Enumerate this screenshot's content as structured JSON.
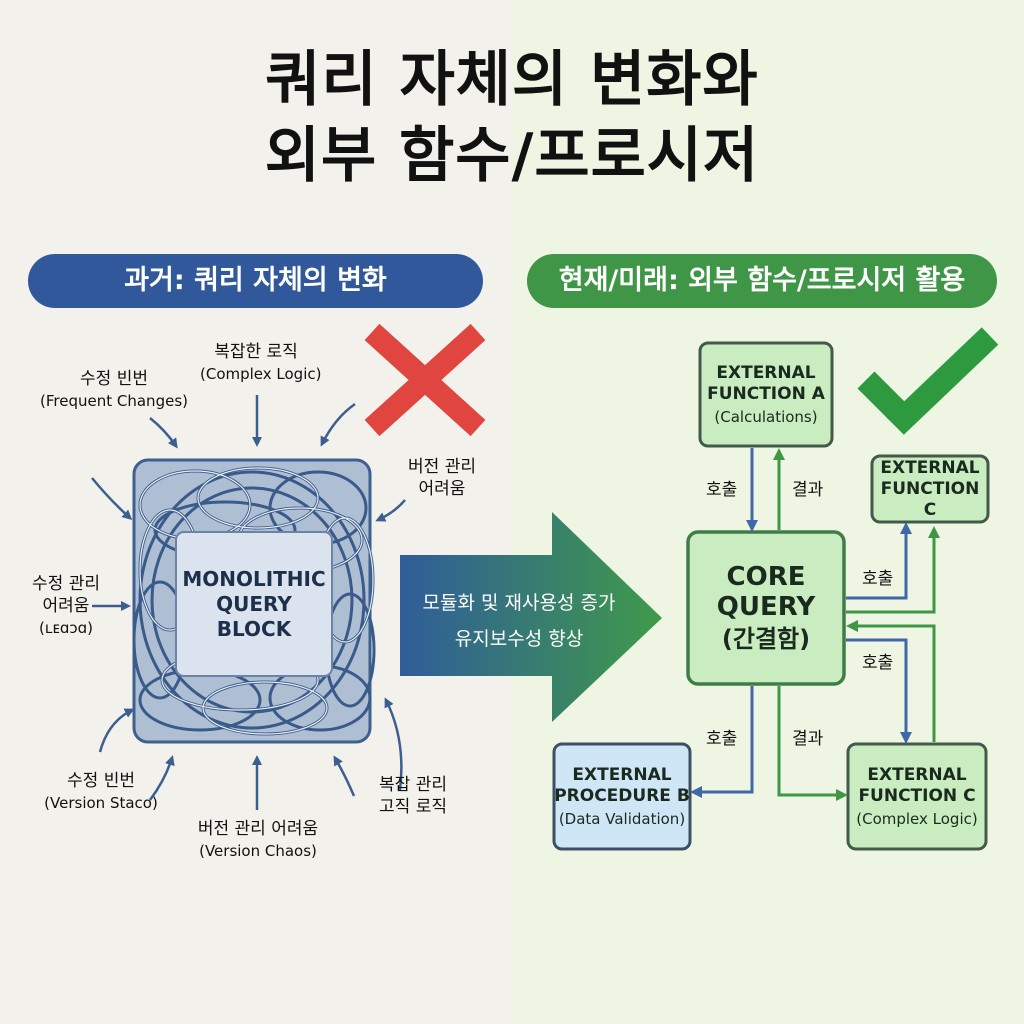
{
  "title": {
    "line1": "쿼리 자체의 변화와",
    "line2": "외부 함수/프로시저"
  },
  "left_header": "과거: 쿼리 자체의 변화",
  "right_header": "현재/미래: 외부 함수/프로시저 활용",
  "left_labels": {
    "complex_logic_top": {
      "ko": "복잡한 로직",
      "en": "(Complex Logic)"
    },
    "frequent_changes": {
      "ko": "수정 빈번",
      "en": "(Frequent Changes)"
    },
    "version_mgmt_right": {
      "ko1": "버전 관리",
      "ko2": "어려움"
    },
    "change_mgmt_left": {
      "ko1": "수정 관리",
      "ko2": "어려움",
      "en": "(ʟᴇɑɔɑ)"
    },
    "frequent_changes_bottom": {
      "ko": "수정 빈번",
      "en": "(Version Staco)"
    },
    "version_chaos": {
      "ko": "버전 관리 어려움",
      "en": "(Version Chaos)"
    },
    "complex_logic_bottom": {
      "ko1": "복잡 관리",
      "ko2": "고직 로직"
    }
  },
  "monolith": {
    "line1": "MONOLITHIC",
    "line2": "QUERY",
    "line3": "BLOCK"
  },
  "transition": {
    "line1": "모듈화 및 재사용성 증가",
    "line2": "유지보수성 향상"
  },
  "core": {
    "line1": "CORE",
    "line2": "QUERY",
    "sub": "(간결함)"
  },
  "ext_func_a": {
    "line1": "EXTERNAL",
    "line2": "FUNCTION A",
    "sub": "(Calculations)"
  },
  "ext_func_c_top": {
    "line1": "EXTERNAL",
    "line2": "FUNCTION C"
  },
  "ext_proc_b": {
    "line1": "EXTERNAL",
    "line2": "PROCEDURE B",
    "sub": "(Data Validation)"
  },
  "ext_func_c_bottom": {
    "line1": "EXTERNAL",
    "line2": "FUNCTION C",
    "sub": "(Complex Logic)"
  },
  "edges": {
    "call_a": "호출",
    "result_a": "결과",
    "call_c_top": "호출",
    "call_c_bottom": "호출",
    "call_b": "호출",
    "result_c": "결과"
  },
  "colors": {
    "left_accent": "#30589a",
    "right_accent": "#3f9646",
    "cross": "#e0453f",
    "check": "#2e9a3f",
    "green_box": "#c9ecc0",
    "blue_box": "#cfe6f7"
  },
  "icons": {
    "left_status": "cross-icon",
    "right_status": "check-icon"
  }
}
